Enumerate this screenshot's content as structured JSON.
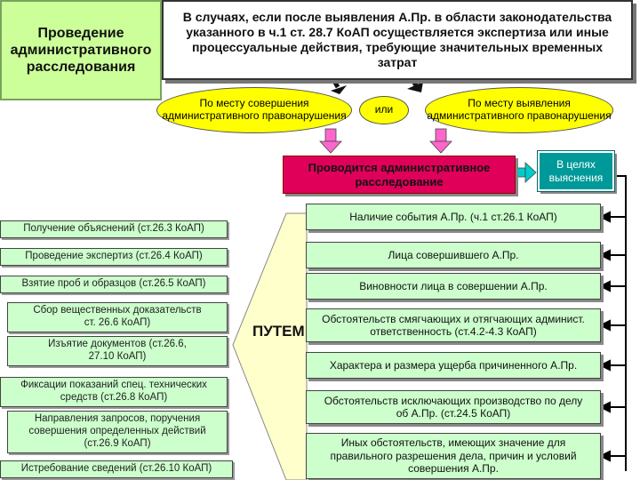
{
  "title": "Проведение административного расследования",
  "top_note": "В случаях, если после выявления А.Пр. в области законодательства указанного в ч.1 ст. 28.7 КоАП осуществляется экспертиза или иные процессуальные действия, требующие значительных временных затрат",
  "place_left": "По месту совершения административного правонарушения",
  "or_label": "или",
  "place_right": "По месту выявления административного правонарушения",
  "center": "Проводится административное расследование",
  "aims": "В целях выяснения",
  "putem": "ПУТЕМ",
  "left_items": [
    "Получение объяснений (ст.26.3 КоАП)",
    "Проведение экспертиз (ст.26.4 КоАП)",
    "Взятие проб и образцов (ст.26.5 КоАП)",
    "Сбор вещественных доказательств ст. 26.6 КоАП)",
    "Изъятие документов (ст.26.6, 27.10 КоАП)",
    "Фиксации показаний спец. технических средств (ст.26.8 КоАП)",
    "Направления запросов, поручения совершения определенных действий (ст.26.9 КоАП)",
    "Истребование сведений (ст.26.10 КоАП)"
  ],
  "right_items": [
    "Наличие события А.Пр. (ч.1 ст.26.1 КоАП)",
    "Лица совершившего А.Пр.",
    "Виновности лица в совершении А.Пр.",
    "Обстоятельств смягчающих и отягчающих админист. ответственность (ст.4.2-4.3 КоАП)",
    "Характера и размера ущерба причиненного А.Пр.",
    "Обстоятельств исключающих производство по делу об А.Пр. (ст.24.5 КоАП)",
    "Иных обстоятельств, имеющих значение для правильного разрешения дела, причин и условий совершения А.Пр."
  ],
  "colors": {
    "title_bg": "#ccff99",
    "ellipse": "#ffff00",
    "center": "#e0005a",
    "aims": "#009999",
    "item_bg": "#ccffcc",
    "funnel": "#ffffcc",
    "arrow_pink": "#ff66cc"
  }
}
